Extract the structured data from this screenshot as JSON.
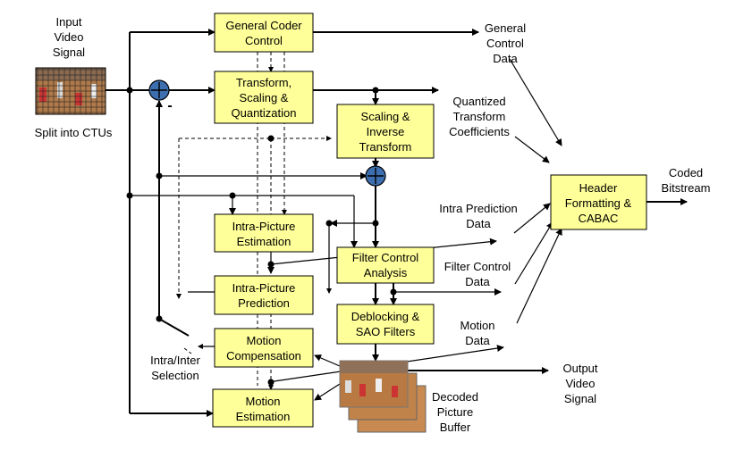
{
  "blocks": {
    "general_coder_control": [
      "General Coder",
      "Control"
    ],
    "transform": [
      "Transform,",
      "Scaling &",
      "Quantization"
    ],
    "scaling_inverse": [
      "Scaling &",
      "Inverse",
      "Transform"
    ],
    "header_formatting": [
      "Header",
      "Formatting &",
      "CABAC"
    ],
    "intra_estimation": [
      "Intra-Picture",
      "Estimation"
    ],
    "filter_control": [
      "Filter Control",
      "Analysis"
    ],
    "intra_prediction": [
      "Intra-Picture",
      "Prediction"
    ],
    "deblocking": [
      "Deblocking &",
      "SAO Filters"
    ],
    "motion_compensation": [
      "Motion",
      "Compensation"
    ],
    "motion_estimation": [
      "Motion",
      "Estimation"
    ]
  },
  "labels": {
    "input_video": [
      "Input",
      "Video",
      "Signal"
    ],
    "split_ctus": "Split into CTUs",
    "general_control_data": [
      "General",
      "Control",
      "Data"
    ],
    "quantized_coeffs": [
      "Quantized",
      "Transform",
      "Coefficients"
    ],
    "coded_bitstream": [
      "Coded",
      "Bitstream"
    ],
    "intra_prediction_data": [
      "Intra Prediction",
      "Data"
    ],
    "filter_control_data": [
      "Filter Control",
      "Data"
    ],
    "motion_data": [
      "Motion",
      "Data"
    ],
    "output_video": [
      "Output",
      "Video",
      "Signal"
    ],
    "decoded_picture_buffer": [
      "Decoded",
      "Picture",
      "Buffer"
    ],
    "intra_inter_selection": [
      "Intra/Inter",
      "Selection"
    ],
    "minus_sign": "-"
  },
  "colors": {
    "block_fill": "#ffff99",
    "summer_fill": "#3d6fb0"
  }
}
